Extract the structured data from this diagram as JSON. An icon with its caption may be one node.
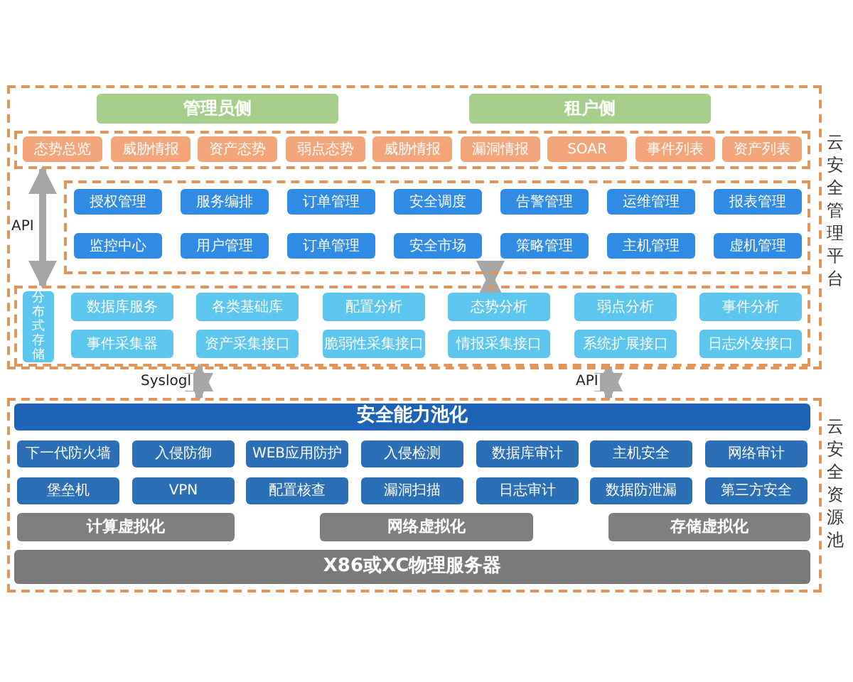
{
  "diagram": {
    "nodes": [
      {
        "text": [
          "云安全管理平台"
        ]
      },
      {
        "text": [
          "管理员侧"
        ],
        "in": 0
      },
      {
        "text": [
          "租户侧"
        ],
        "in": 0
      },
      {
        "text": [],
        "shape": "box",
        "in": 0
      },
      {
        "text": [
          "态势总览"
        ],
        "in": 3
      },
      {
        "text": [
          "威胁情报"
        ],
        "in": 3
      },
      {
        "text": [
          "资产态势"
        ],
        "in": 3
      },
      {
        "text": [
          "弱点态势"
        ],
        "in": 3
      },
      {
        "text": [
          "威胁情报"
        ],
        "in": 3
      },
      {
        "text": [
          "漏洞情报"
        ],
        "in": 3
      },
      {
        "text": [
          "SOAR"
        ],
        "in": 3
      },
      {
        "text": [
          "事件列表"
        ],
        "in": 3
      },
      {
        "text": [
          "资产列表"
        ],
        "in": 3
      },
      {
        "text": [],
        "shape": "box",
        "in": 0
      },
      {
        "text": [
          "授权管理"
        ],
        "in": 13
      },
      {
        "text": [
          "服务编排"
        ],
        "in": 13
      },
      {
        "text": [
          "订单管理"
        ],
        "in": 13
      },
      {
        "text": [
          "安全调度"
        ],
        "in": 13
      },
      {
        "text": [
          "告警管理"
        ],
        "in": 13
      },
      {
        "text": [
          "运维管理"
        ],
        "in": 13
      },
      {
        "text": [
          "报表管理"
        ],
        "in": 13
      },
      {
        "text": [
          "监控中心"
        ],
        "in": 13
      },
      {
        "text": [
          "用户管理"
        ],
        "in": 13
      },
      {
        "text": [
          "订单管理"
        ],
        "in": 13
      },
      {
        "text": [
          "安全市场"
        ],
        "in": 13
      },
      {
        "text": [
          "策略管理"
        ],
        "in": 13
      },
      {
        "text": [
          "主机管理"
        ],
        "in": 13
      },
      {
        "text": [
          "虚机管理"
        ],
        "in": 13
      },
      {
        "text": [],
        "shape": "box",
        "in": 0
      },
      {
        "text": [
          "分布式存储"
        ],
        "in": 28
      },
      {
        "text": [
          "数据库服务"
        ],
        "in": 28
      },
      {
        "text": [
          "各类基础库"
        ],
        "in": 28
      },
      {
        "text": [
          "配置分析"
        ],
        "in": 28
      },
      {
        "text": [
          "态势分析"
        ],
        "in": 28
      },
      {
        "text": [
          "弱点分析"
        ],
        "in": 28
      },
      {
        "text": [
          "事件分析"
        ],
        "in": 28
      },
      {
        "text": [
          "事件采集器"
        ],
        "in": 28
      },
      {
        "text": [
          "资产采集接口"
        ],
        "in": 28
      },
      {
        "text": [
          "脆弱性采集接口"
        ],
        "in": 28
      },
      {
        "text": [
          "情报采集接口"
        ],
        "in": 28
      },
      {
        "text": [
          "系统扩展接口"
        ],
        "in": 28
      },
      {
        "text": [
          "日志外发接口"
        ],
        "in": 28
      },
      {
        "text": [
          "云安全资源池"
        ]
      },
      {
        "text": [
          "安全能力池化"
        ],
        "in": 42
      },
      {
        "text": [
          "下一代防火墙"
        ],
        "in": 42
      },
      {
        "text": [
          "入侵防御"
        ],
        "in": 42
      },
      {
        "text": [
          "WEB应用防护"
        ],
        "in": 42
      },
      {
        "text": [
          "入侵检测"
        ],
        "in": 42
      },
      {
        "text": [
          "数据库审计"
        ],
        "in": 42
      },
      {
        "text": [
          "主机安全"
        ],
        "in": 42
      },
      {
        "text": [
          "网络审计"
        ],
        "in": 42
      },
      {
        "text": [
          "堡垒机"
        ],
        "in": 42
      },
      {
        "text": [
          "VPN"
        ],
        "in": 42
      },
      {
        "text": [
          "配置核查"
        ],
        "in": 42
      },
      {
        "text": [
          "漏洞扫描"
        ],
        "in": 42
      },
      {
        "text": [
          "日志审计"
        ],
        "in": 42
      },
      {
        "text": [
          "数据防泄漏"
        ],
        "in": 42
      },
      {
        "text": [
          "第三方安全"
        ],
        "in": 42
      },
      {
        "text": [
          "计算虚拟化"
        ],
        "in": 42
      },
      {
        "text": [
          "网络虚拟化"
        ],
        "in": 42
      },
      {
        "text": [
          "存储虚拟化"
        ],
        "in": 42
      },
      {
        "text": [
          "X86或XC物理服务器"
        ],
        "in": 42
      }
    ],
    "edges": [
      {
        "from": 3,
        "to": 28,
        "arrow": "both",
        "label": "API"
      },
      {
        "from": 13,
        "to": 28,
        "arrow": "both"
      },
      {
        "from": 28,
        "to": 42,
        "arrow": "both",
        "label": "Syslogl"
      },
      {
        "from": 28,
        "to": 42,
        "arrow": "both",
        "label": "API"
      }
    ]
  }
}
